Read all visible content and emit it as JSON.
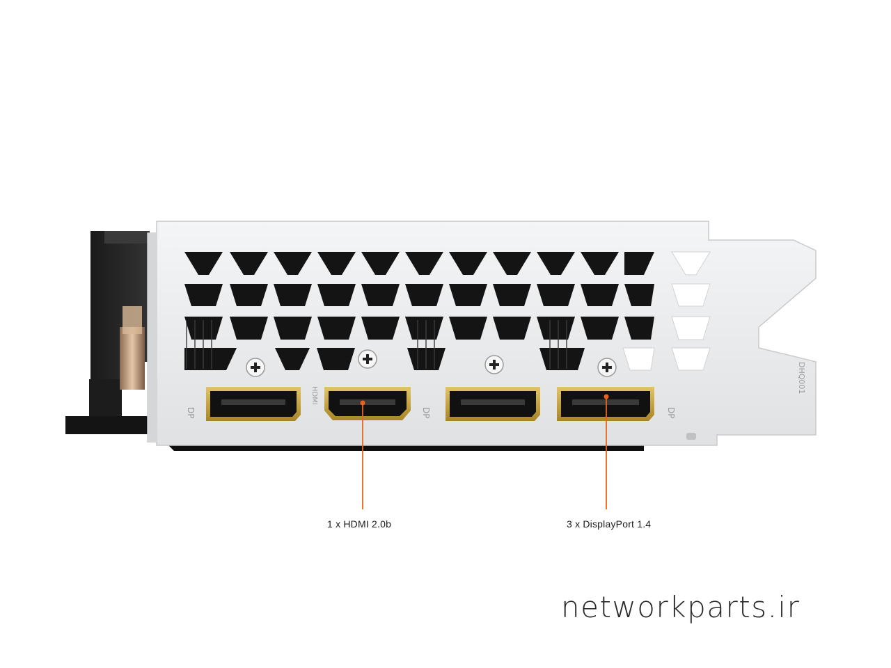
{
  "callouts": {
    "hdmi_label": "1 x HDMI 2.0b",
    "displayport_label": "3 x DisplayPort 1.4",
    "line_color": "#e8641e"
  },
  "port_markings": {
    "dp": "DP",
    "hdmi": "HDMI"
  },
  "bracket_marking": "DHQ001",
  "watermark": {
    "text": "networkparts.ir"
  },
  "colors": {
    "bracket": "#eceef0",
    "port_gold": "#c9a640",
    "card_body": "#111111"
  }
}
